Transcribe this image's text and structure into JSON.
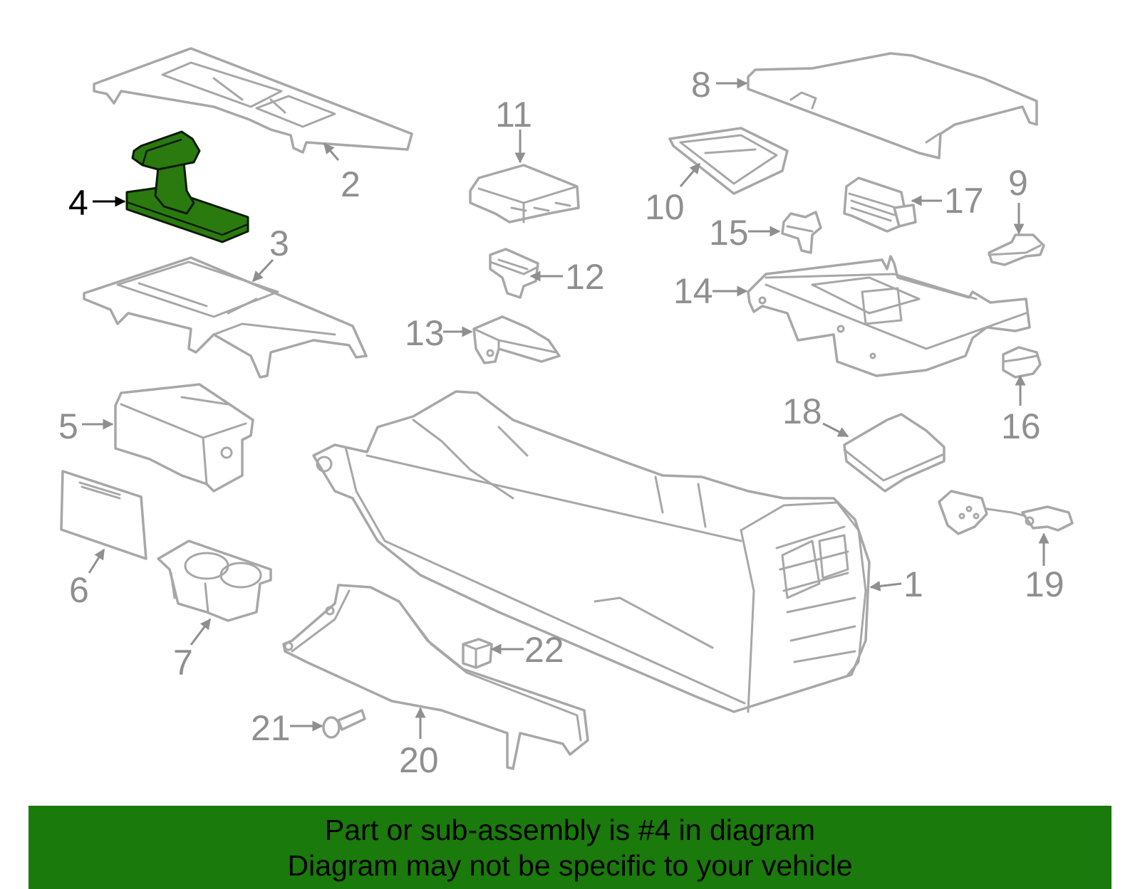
{
  "callouts": [
    {
      "id": "1",
      "label": "1"
    },
    {
      "id": "2",
      "label": "2"
    },
    {
      "id": "3",
      "label": "3"
    },
    {
      "id": "4",
      "label": "4"
    },
    {
      "id": "5",
      "label": "5"
    },
    {
      "id": "6",
      "label": "6"
    },
    {
      "id": "7",
      "label": "7"
    },
    {
      "id": "8",
      "label": "8"
    },
    {
      "id": "9",
      "label": "9"
    },
    {
      "id": "10",
      "label": "10"
    },
    {
      "id": "11",
      "label": "11"
    },
    {
      "id": "12",
      "label": "12"
    },
    {
      "id": "13",
      "label": "13"
    },
    {
      "id": "14",
      "label": "14"
    },
    {
      "id": "15",
      "label": "15"
    },
    {
      "id": "16",
      "label": "16"
    },
    {
      "id": "17",
      "label": "17"
    },
    {
      "id": "18",
      "label": "18"
    },
    {
      "id": "19",
      "label": "19"
    },
    {
      "id": "20",
      "label": "20"
    },
    {
      "id": "21",
      "label": "21"
    },
    {
      "id": "22",
      "label": "22"
    }
  ],
  "highlighted_part": "4",
  "colors": {
    "highlight": "#2a7a10",
    "banner": "#1a7a0b",
    "part_stroke": "#a7a7a7",
    "label_gray": "#8f8f8f"
  },
  "banner": {
    "line1": "Part or sub-assembly is #4 in diagram",
    "line2": "Diagram may not be specific to your vehicle"
  }
}
